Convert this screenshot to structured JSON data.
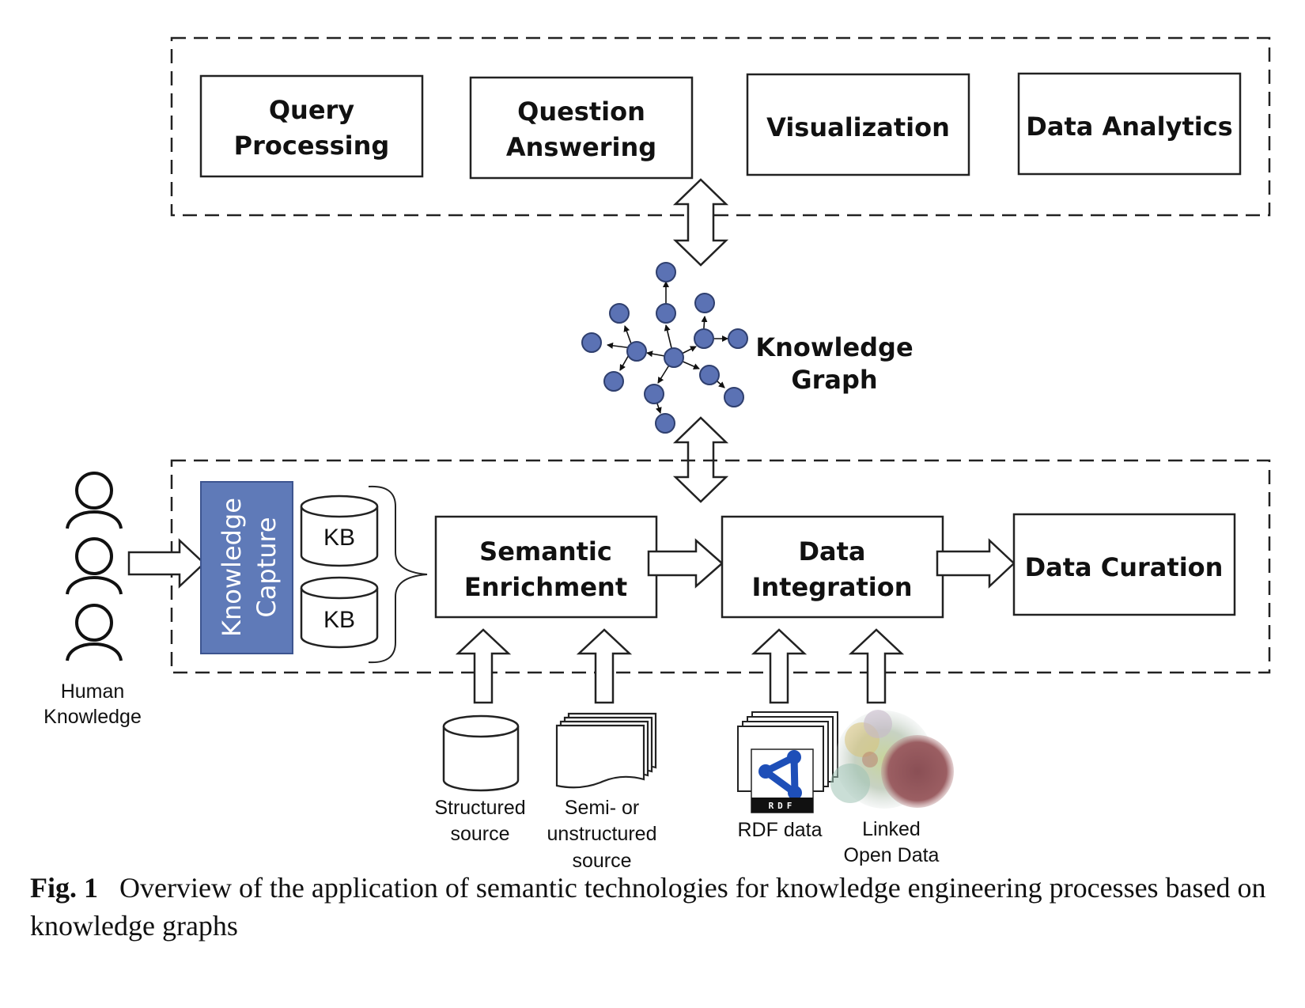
{
  "app_layer": {
    "boxes": [
      {
        "line1": "Query",
        "line2": "Processing"
      },
      {
        "line1": "Question",
        "line2": "Answering"
      },
      {
        "line1": "Visualization"
      },
      {
        "line1": "Data Analytics"
      }
    ]
  },
  "knowledge_graph": {
    "label_line1": "Knowledge",
    "label_line2": "Graph",
    "node_color": "#5b72b4"
  },
  "engineering_layer": {
    "knowledge_capture": {
      "line1": "Knowledge",
      "line2": "Capture",
      "color": "#5f7ab8"
    },
    "kb_labels": [
      "KB",
      "KB"
    ],
    "semantic_enrichment": {
      "line1": "Semantic",
      "line2": "Enrichment"
    },
    "data_integration": {
      "line1": "Data",
      "line2": "Integration"
    },
    "data_curation": {
      "line1": "Data Curation"
    }
  },
  "inputs": {
    "human_knowledge": {
      "line1": "Human",
      "line2": "Knowledge"
    },
    "structured_source": {
      "line1": "Structured",
      "line2": "source"
    },
    "semi_unstructured_source": {
      "line1": "Semi- or",
      "line2": "unstructured",
      "line3": "source"
    },
    "rdf_data": {
      "line1": "RDF data",
      "logo_text": "RDF"
    },
    "linked_open_data": {
      "line1": "Linked",
      "line2": "Open Data"
    }
  },
  "caption": {
    "label": "Fig. 1",
    "text": "Overview of the application of semantic technologies for knowledge engineering processes based on knowledge graphs"
  }
}
